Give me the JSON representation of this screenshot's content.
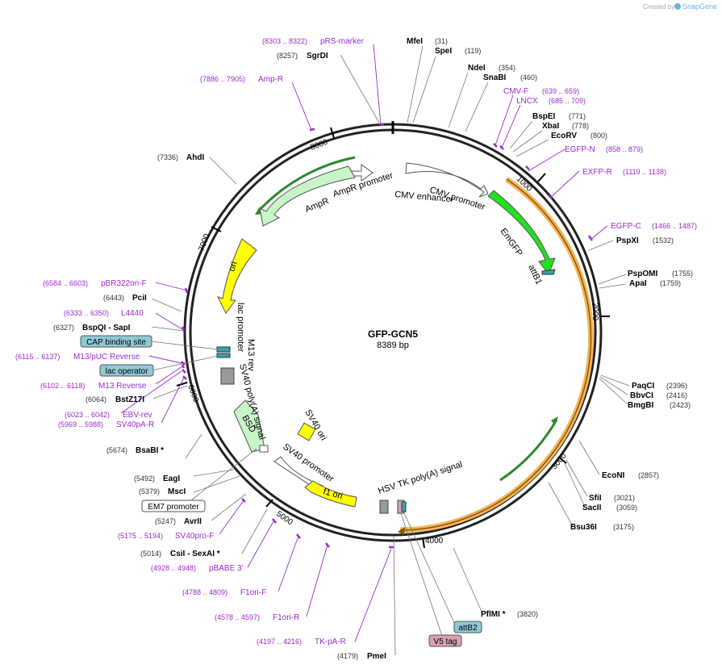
{
  "credit": {
    "text": "Created by",
    "brand": "SnapGene"
  },
  "plasmid": {
    "name": "GFP-GCN5",
    "size": "8389 bp"
  },
  "ticks": [
    "1000",
    "2000",
    "3000",
    "4000",
    "5000",
    "6000",
    "7000",
    "8000"
  ],
  "enzymes": [
    {
      "name": "MfeI",
      "pos": "(31)"
    },
    {
      "name": "SpeI",
      "pos": "(119)"
    },
    {
      "name": "NdeI",
      "pos": "(354)"
    },
    {
      "name": "SnaBI",
      "pos": "(460)"
    },
    {
      "name": "BspEI",
      "pos": "(771)"
    },
    {
      "name": "XbaI",
      "pos": "(778)"
    },
    {
      "name": "EcoRV",
      "pos": "(800)"
    },
    {
      "name": "PspXI",
      "pos": "(1532)"
    },
    {
      "name": "PspOMI",
      "pos": "(1755)"
    },
    {
      "name": "ApaI",
      "pos": "(1759)"
    },
    {
      "name": "PaqCI",
      "pos": "(2396)"
    },
    {
      "name": "BbvCI",
      "pos": "(2416)"
    },
    {
      "name": "BmgBI",
      "pos": "(2423)"
    },
    {
      "name": "EcoNI",
      "pos": "(2857)"
    },
    {
      "name": "SfiI",
      "pos": "(3021)"
    },
    {
      "name": "SacII",
      "pos": "(3059)"
    },
    {
      "name": "Bsu36I",
      "pos": "(3175)"
    },
    {
      "name": "PflMI *",
      "pos": "(3820)"
    },
    {
      "name": "PmeI",
      "pos": "(4179)"
    },
    {
      "name": "CsiI - SexAI *",
      "pos": "(5014)"
    },
    {
      "name": "AvrII",
      "pos": "(5247)"
    },
    {
      "name": "MscI",
      "pos": "(5379)"
    },
    {
      "name": "EagI",
      "pos": "(5492)"
    },
    {
      "name": "BsaBI *",
      "pos": "(5674)"
    },
    {
      "name": "BstZ17I",
      "pos": "(6064)"
    },
    {
      "name": "BspQI - SapI",
      "pos": "(6327)"
    },
    {
      "name": "PciI",
      "pos": "(6443)"
    },
    {
      "name": "AhdI",
      "pos": "(7336)"
    },
    {
      "name": "SgrDI",
      "pos": "(8257)"
    }
  ],
  "primers": [
    {
      "name": "pRS-marker",
      "pos": "(8303 .. 8322)"
    },
    {
      "name": "Amp-R",
      "pos": "(7886 .. 7905)"
    },
    {
      "name": "CMV-F",
      "pos": "(639 .. 659)"
    },
    {
      "name": "LNCX",
      "pos": "(685 .. 709)"
    },
    {
      "name": "EGFP-N",
      "pos": "(858 .. 879)"
    },
    {
      "name": "EXFP-R",
      "pos": "(1119 .. 1138)"
    },
    {
      "name": "EGFP-C",
      "pos": "(1466 .. 1487)"
    },
    {
      "name": "pBR322ori-F",
      "pos": "(6584 .. 6603)"
    },
    {
      "name": "L4440",
      "pos": "(6333 .. 6350)"
    },
    {
      "name": "M13/pUC Reverse",
      "pos": "(6115 .. 6137)"
    },
    {
      "name": "M13 Reverse",
      "pos": "(6102 .. 6118)"
    },
    {
      "name": "EBV-rev",
      "pos": "(6023 .. 6042)"
    },
    {
      "name": "SV40pA-R",
      "pos": "(5969 .. 5988)"
    },
    {
      "name": "SV40pro-F",
      "pos": "(5175 .. 5194)"
    },
    {
      "name": "pBABE 3'",
      "pos": "(4928 .. 4948)"
    },
    {
      "name": "F1ori-F",
      "pos": "(4788 .. 4809)"
    },
    {
      "name": "F1ori-R",
      "pos": "(4578 .. 4597)"
    },
    {
      "name": "TK-pA-R",
      "pos": "(4197 .. 4216)"
    }
  ],
  "boxed": [
    "CAP binding site",
    "lac operator",
    "EM7 promoter",
    "attB2",
    "V5 tag"
  ],
  "features": [
    "AmpR promoter",
    "AmpR",
    "CMV promoter",
    "CMV enhancer",
    "EmGFP",
    "attB1",
    "ori",
    "lac promoter",
    "M13 rev",
    "SV40 poly(A) signal",
    "BSD",
    "SV40 ori",
    "SV40 promoter",
    "f1 ori",
    "HSV TK poly(A) signal"
  ],
  "colors": {
    "enzyme": "#000000",
    "primer": "#9a2ad0",
    "box_blue": "#8fc9d6",
    "box_pink": "#d9a0b4",
    "ampr": "#c8f5c8",
    "emgfp": "#22e022",
    "ori": "#ffff00",
    "orange": "#f5b45a"
  }
}
